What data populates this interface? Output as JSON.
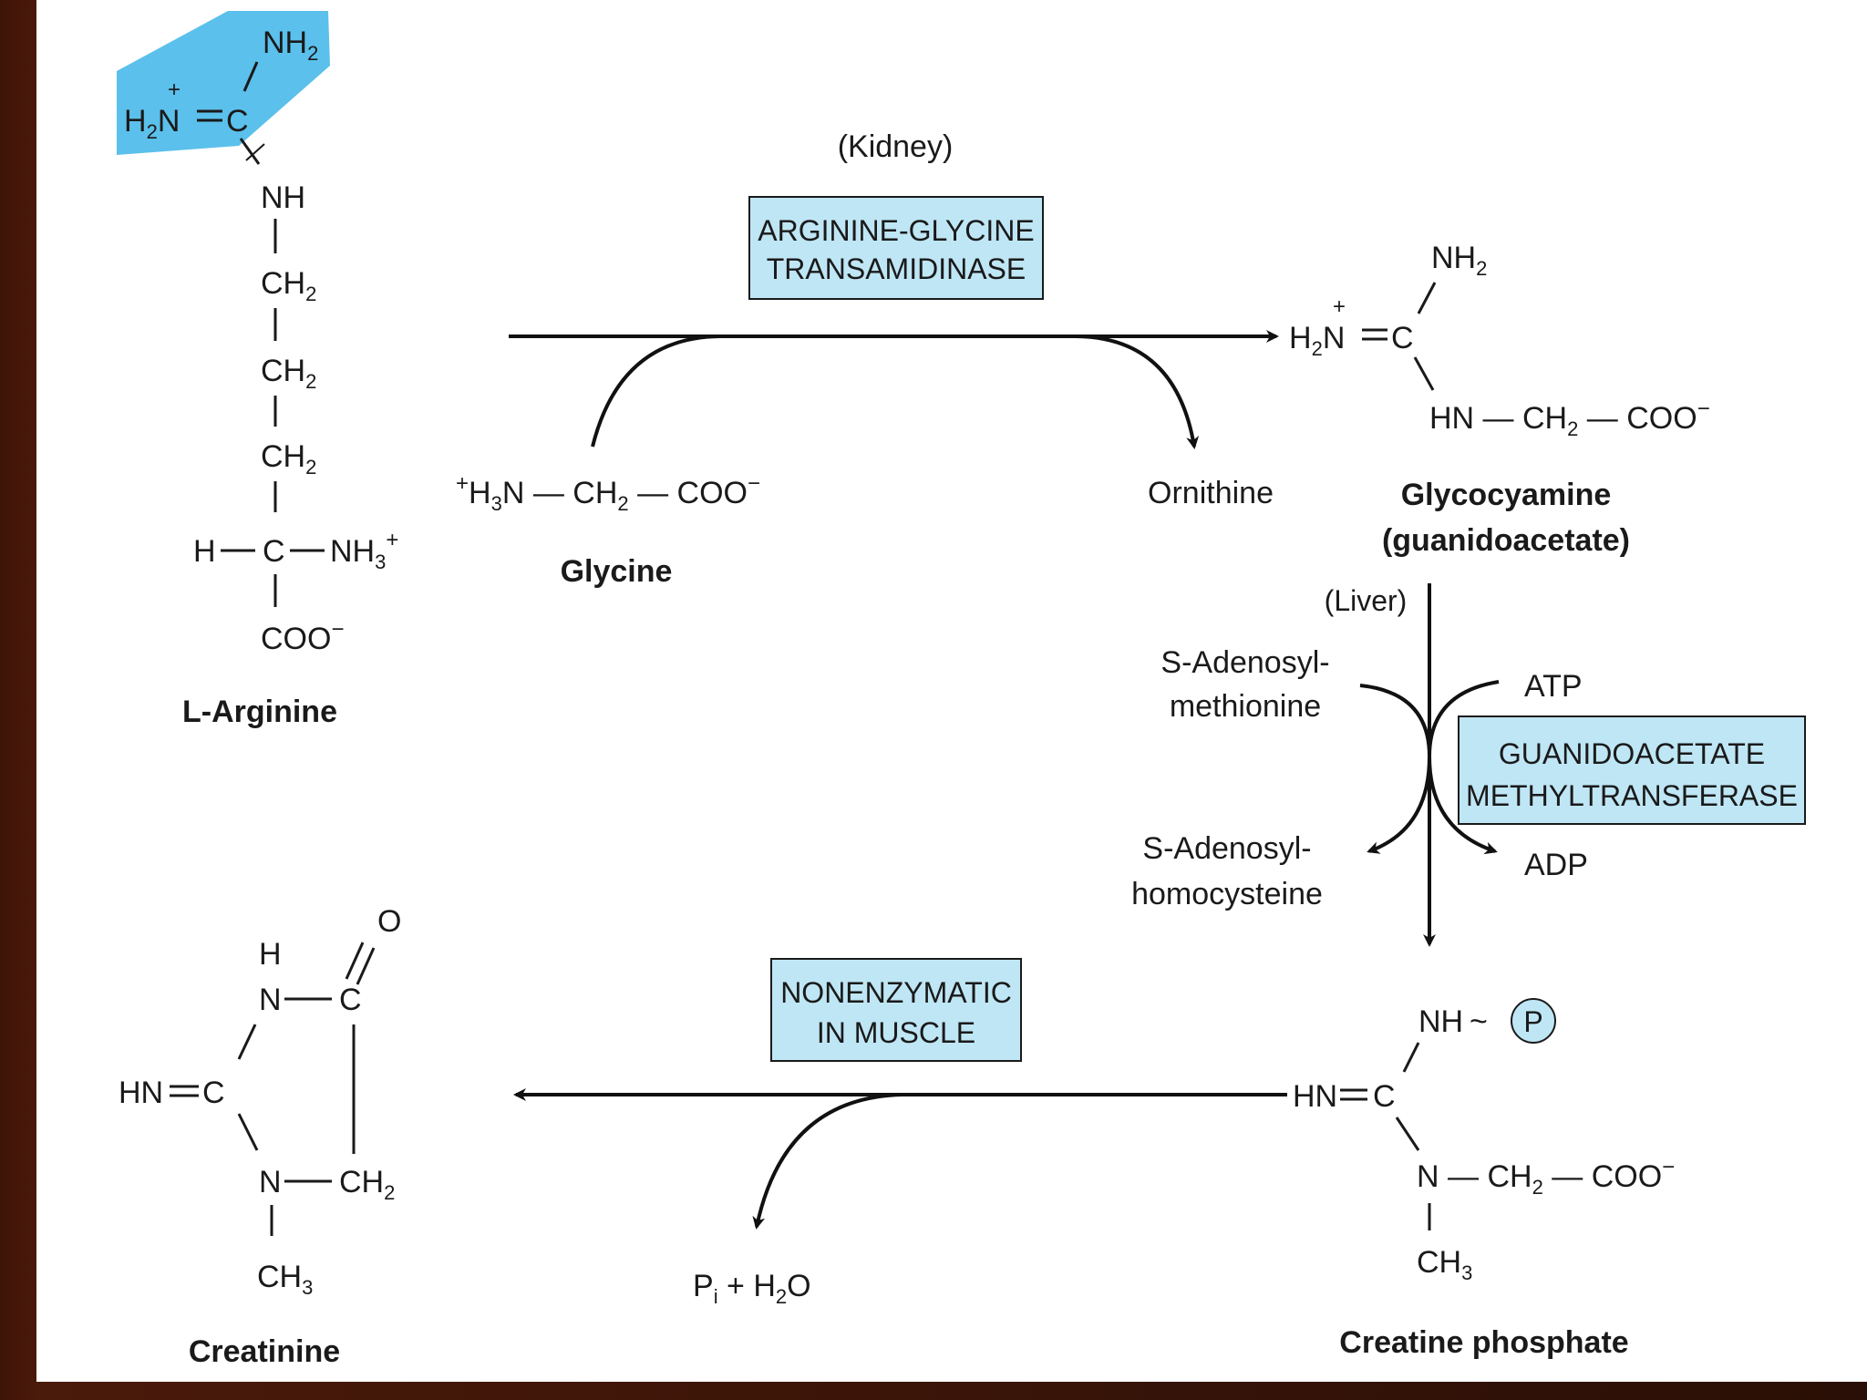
{
  "arginine": {
    "nh2": "NH2",
    "h2n_c": "H2N=C",
    "nh": "NH",
    "ch2_1": "CH2",
    "ch2_2": "CH2",
    "ch2_3": "CH2",
    "h_c_nh3": "H—C—NH3+",
    "coo": "COO−",
    "name": "L-Arginine"
  },
  "step1": {
    "location": "(Kidney)",
    "enzyme_line1": "ARGININE-GLYCINE",
    "enzyme_line2": "TRANSAMIDINASE",
    "glycine_formula": "+H3N—CH2—COO−",
    "glycine_name": "Glycine",
    "ornithine": "Ornithine"
  },
  "glycocyamine": {
    "nh2": "NH2",
    "h2n_c": "H2N=C",
    "chain": "HN—CH2—COO−",
    "name_line1": "Glycocyamine",
    "name_line2": "(guanidoacetate)"
  },
  "step2": {
    "location": "(Liver)",
    "sam_line1": "S-Adenosyl-",
    "sam_line2": "methionine",
    "sah_line1": "S-Adenosyl-",
    "sah_line2": "homocysteine",
    "atp": "ATP",
    "adp": "ADP",
    "enzyme_line1": "GUANIDOACETATE",
    "enzyme_line2": "METHYLTRANSFERASE"
  },
  "creatine_phosphate": {
    "nh_p": "NH~",
    "p": "P",
    "hn_c": "HN=C",
    "chain": "N—CH2—COO−",
    "ch3": "CH3",
    "name": "Creatine phosphate"
  },
  "step3": {
    "enzyme_line1": "NONENZYMATIC",
    "enzyme_line2": "IN MUSCLE",
    "byproduct": "Pi + H2O"
  },
  "creatinine": {
    "o": "O",
    "h": "H",
    "n_c": "N—C",
    "hn_c": "HN=C",
    "n_ch2": "N—CH2",
    "ch3": "CH3",
    "name": "Creatinine"
  },
  "colors": {
    "highlight": "#5bc0eb",
    "enzyme_box": "#bfe6f5",
    "arrow": "#111111"
  }
}
